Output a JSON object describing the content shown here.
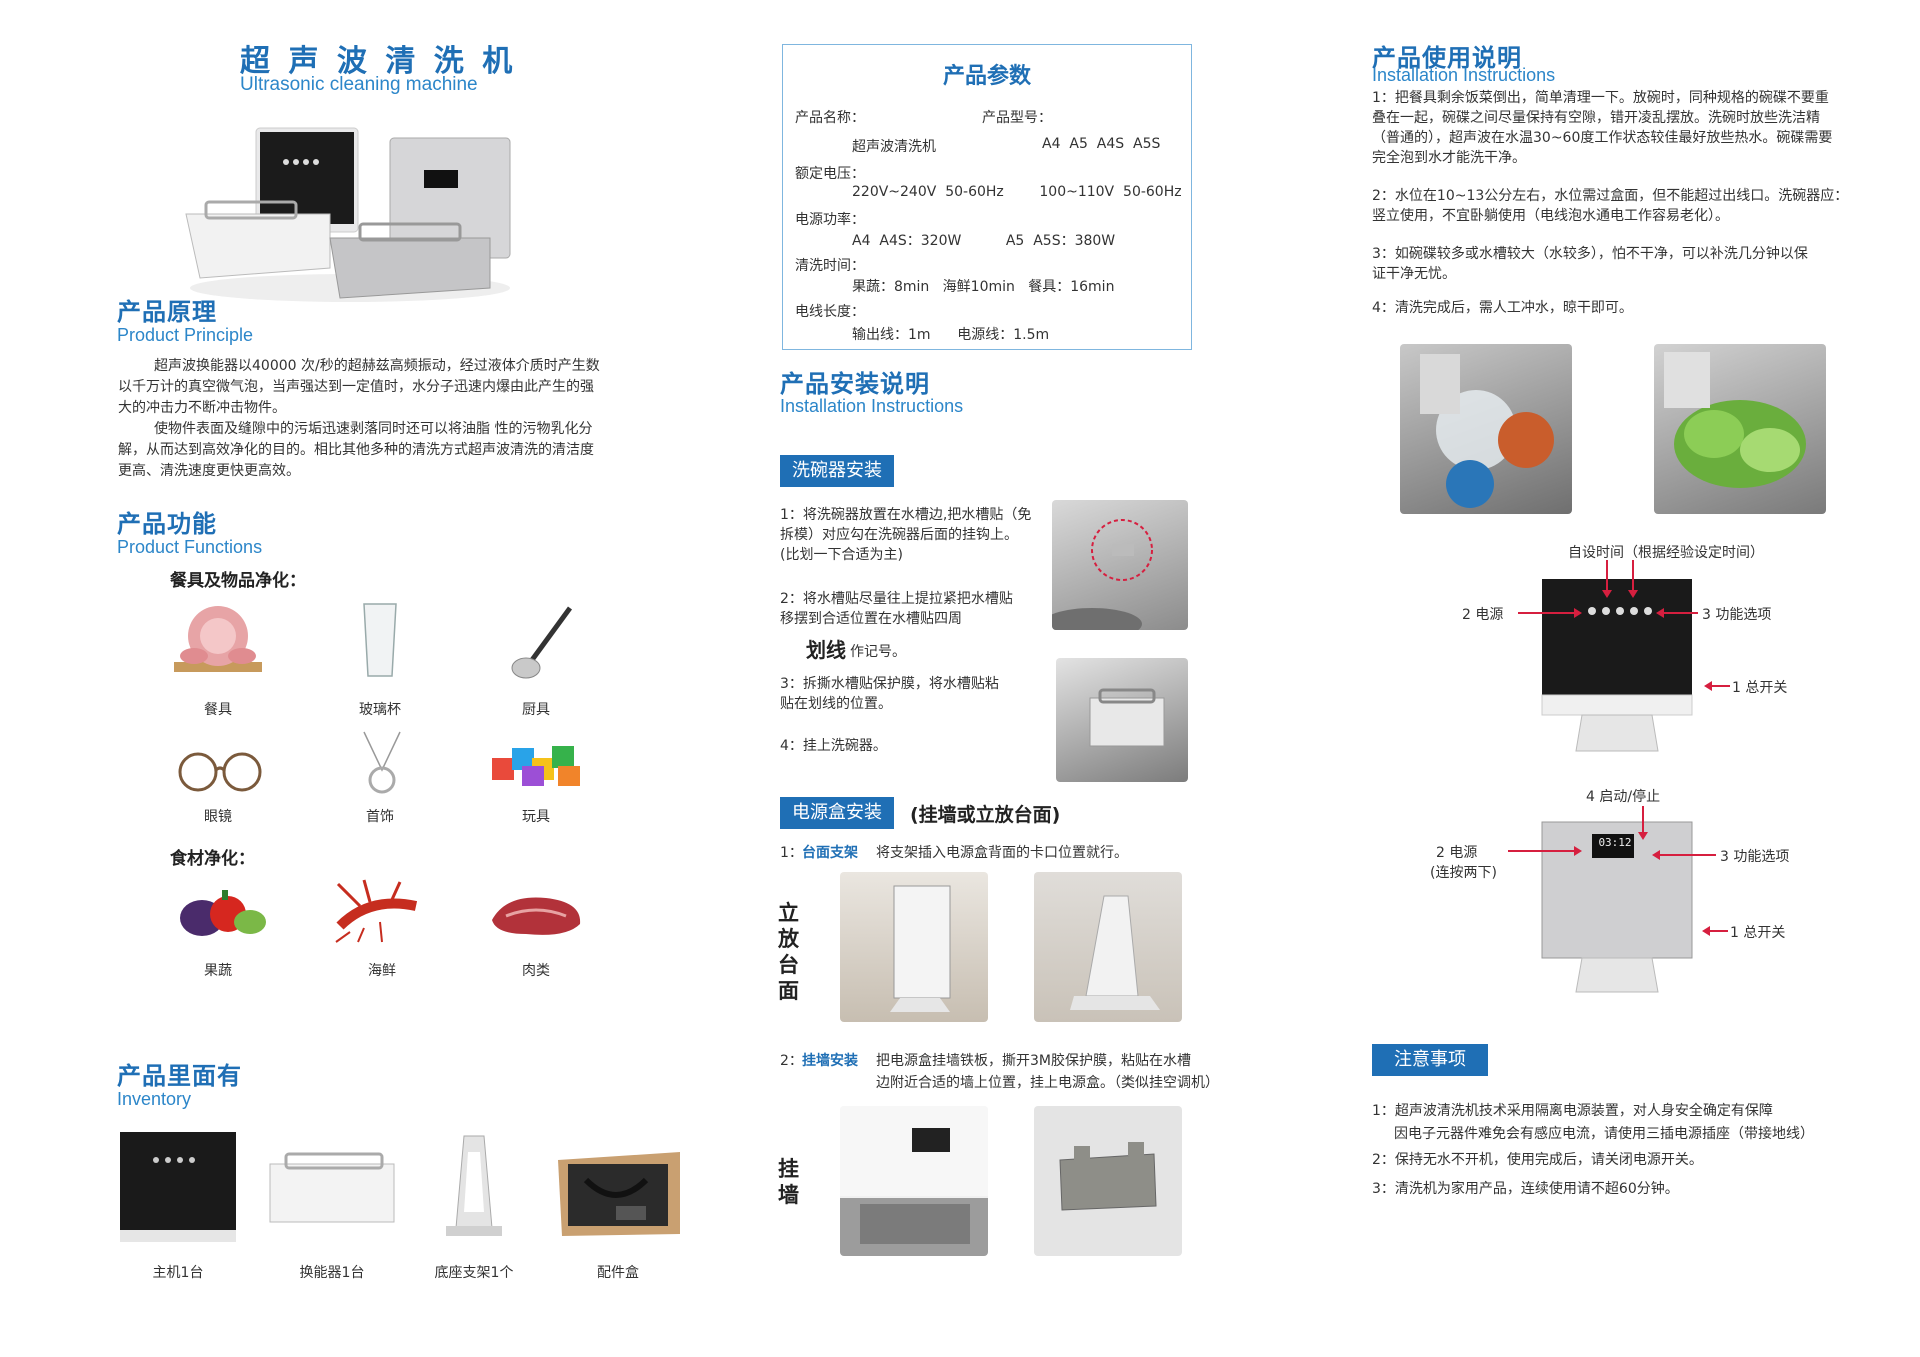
{
  "header": {
    "title_cn": "超 声 波 清 洗 机",
    "title_en": "Ultrasonic cleaning machine"
  },
  "principle": {
    "title_cn": "产品原理",
    "title_en": "Product Principle",
    "para1": "超声波换能器以40000 次/秒的超赫兹高频振动，经过液体介质时产生数以千万计的真空微气泡，当声强达到一定值时，水分子迅速内爆由此产生的强大的冲击力不断冲击物件。",
    "para2": "使物件表面及缝隙中的污垢迅速剥落同时还可以将油脂 性的污物乳化分解，从而达到高效净化的目的。相比其他多种的清洗方式超声波清洗的清洁度更高、清洗速度更快更高效。"
  },
  "functions": {
    "title_cn": "产品功能",
    "title_en": "Product Functions",
    "sub1": "餐具及物品净化：",
    "sub2": "食材净化：",
    "items": [
      "餐具",
      "玻璃杯",
      "厨具",
      "眼镜",
      "首饰",
      "玩具"
    ],
    "food": [
      "果蔬",
      "海鲜",
      "肉类"
    ]
  },
  "inventory": {
    "title_cn": "产品里面有",
    "title_en": "Inventory",
    "items": [
      "主机1台",
      "换能器1台",
      "底座支架1个",
      "配件盒"
    ]
  },
  "params": {
    "title": "产品参数",
    "name_label": "产品名称：",
    "model_label": "产品型号：",
    "name_value": "超声波清洗机",
    "model_value": "A4  A5  A4S  A5S",
    "voltage_label": "额定电压：",
    "voltage_value": "220V~240V  50-60Hz        100~110V  50-60Hz",
    "power_label": "电源功率：",
    "power_value": "A4  A4S：320W          A5  A5S：380W",
    "time_label": "清洗时间：",
    "time_value": "果蔬：8min   海鲜10min   餐具：16min",
    "cable_label": "电线长度：",
    "cable_value": "输出线：1m      电源线：1.5m"
  },
  "install": {
    "title_cn": "产品安装说明",
    "title_en": "Installation Instructions",
    "washer_tag": "洗碗器安装",
    "steps": [
      "1：将洗碗器放置在水槽边,把水槽贴（免拆模）对应勾在洗碗器后面的挂钩上。(比划一下合适为主)",
      "2：将水槽贴尽量往上提拉紧把水槽贴移摆到合适位置在水槽贴四周",
      "3：拆撕水槽贴保护膜，将水槽贴粘贴在划线的位置。",
      "4：挂上洗碗器。"
    ],
    "step2_big": "划线",
    "step2_tail": "作记号。",
    "box_tag": "电源盒安装",
    "box_tag_note": "(挂墙或立放台面)",
    "desk_num": "1：",
    "desk_label": "台面支架",
    "desk_text": "将支架插入电源盒背面的卡口位置就行。",
    "desk_side": "立放台面",
    "wall_num": "2：",
    "wall_label": "挂墙安装",
    "wall_text1": "把电源盒挂墙铁板，撕开3M胶保护膜，粘贴在水槽",
    "wall_text2": "边附近合适的墙上位置，挂上电源盒。（类似挂空调机）",
    "wall_side": "挂墙"
  },
  "usage": {
    "title_cn": "产品使用说明",
    "title_en": "Installation Instructions",
    "steps": [
      "1：把餐具剩余饭菜倒出，简单清理一下。放碗时，同种规格的碗碟不要重叠在一起，碗碟之间尽量保持有空隙，错开凌乱摆放。洗碗时放些洗洁精（普通的），超声波在水温30~60度工作状态较佳最好放些热水。碗碟需要完全泡到水才能洗干净。",
      "2：水位在10~13公分左右，水位需过盒面，但不能超过出线口。洗碗器应：竖立使用，不宜卧躺使用（电线泡水通电工作容易老化）。",
      "3：如碗碟较多或水槽较大（水较多），怕不干净，可以补洗几分钟以保证干净无忧。",
      "4：清洗完成后，需人工冲水，晾干即可。"
    ],
    "d1_top": "自设时间（根据经验设定时间）",
    "d1_left": "2 电源",
    "d1_right": "3 功能选项",
    "d1_switch": "1 总开关",
    "d2_top": "4 启动/停止",
    "d2_left1": "2 电源",
    "d2_left2": "(连按两下)",
    "d2_right": "3 功能选项",
    "d2_switch": "1 总开关",
    "display": "03:12"
  },
  "notes": {
    "tag": "注意事项",
    "items": [
      "1：超声波清洗机技术采用隔离电源装置，对人身安全确定有保障",
      "因电子元器件难免会有感应电流，请使用三插电源插座（带接地线）",
      "2：保持无水不开机，使用完成后，请关闭电源开关。",
      "3：清洗机为家用产品，连续使用请不超60分钟。"
    ]
  }
}
